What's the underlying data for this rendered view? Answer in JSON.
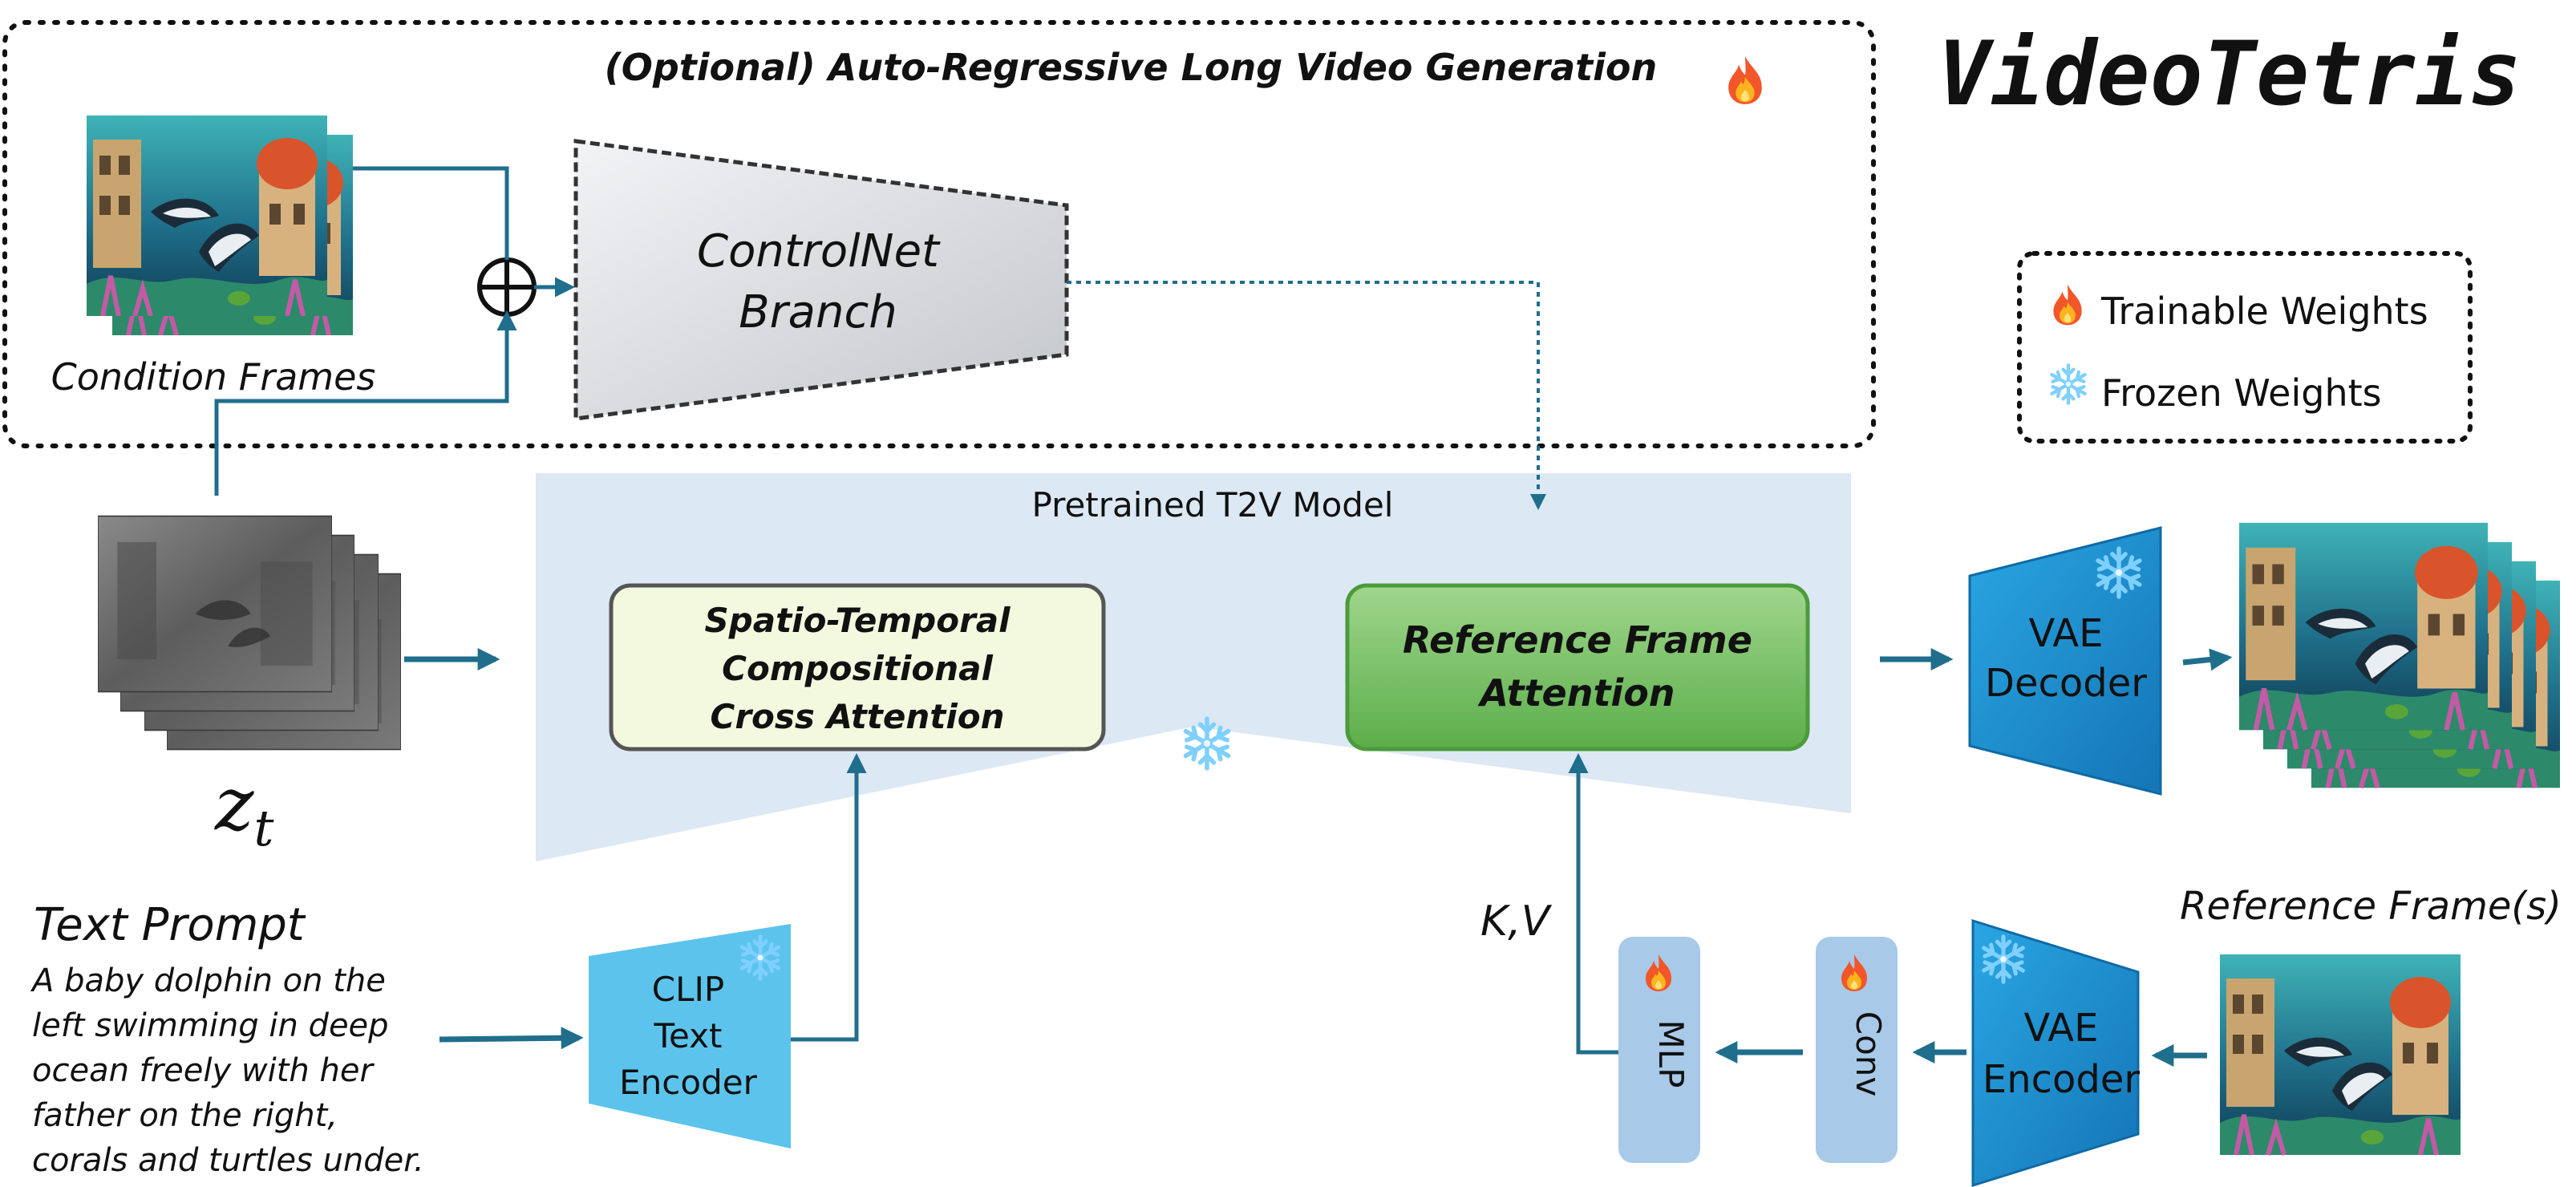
{
  "title": "VideoTetris",
  "optional_box": {
    "label": "(Optional) Auto-Regressive Long Video Generation"
  },
  "controlnet": {
    "line1": "ControlNet",
    "line2": "Branch"
  },
  "condition_frames": {
    "label": "Condition Frames"
  },
  "legend": {
    "trainable": "Trainable Weights",
    "frozen": "Frozen Weights"
  },
  "t2v": {
    "label": "Pretrained T2V Model"
  },
  "stcca": {
    "line1": "Spatio-Temporal",
    "line2": "Compositional",
    "line3": "Cross Attention"
  },
  "rfa": {
    "line1": "Reference Frame",
    "line2": "Attention"
  },
  "zt": {
    "label": "z",
    "sub": "t"
  },
  "vae_decoder": {
    "line1": "VAE",
    "line2": "Decoder"
  },
  "vae_encoder": {
    "line1": "VAE",
    "line2": "Encoder"
  },
  "clip": {
    "line1": "CLIP",
    "line2": "Text",
    "line3": "Encoder"
  },
  "text_prompt": {
    "heading": "Text Prompt",
    "lines": [
      "A baby dolphin on the",
      "left swimming in deep",
      "ocean freely with her",
      "father on the right,",
      "corals and turtles under."
    ]
  },
  "kv": {
    "label": "K,V"
  },
  "mlp": {
    "label": "MLP"
  },
  "conv": {
    "label": "Conv"
  },
  "reference_frames": {
    "label": "Reference Frame(s)"
  },
  "icons": {
    "flame": "flame-icon",
    "snowflake": "snowflake-icon",
    "oplus": "oplus-icon"
  },
  "colors": {
    "arrow": "#1f6e8c",
    "t2v_bg": "#dce8f4",
    "stcca_fill": "#f3f9df",
    "rfa_fill": "#7cc36a",
    "vae_fill": "#1b93d3",
    "clip_fill": "#5cc4ec",
    "mlp_fill": "#a8c9e8"
  }
}
